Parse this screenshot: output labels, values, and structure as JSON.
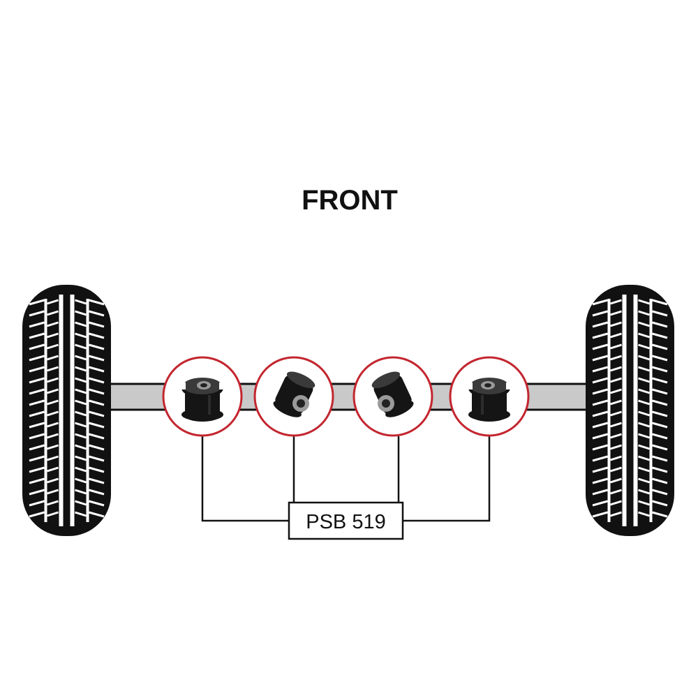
{
  "diagram": {
    "heading": "FRONT",
    "part_label": "PSB 519",
    "colors": {
      "tyre": "#111111",
      "tread_cut": "#ffffff",
      "axle": "#c9c9c9",
      "axle_outline": "#111111",
      "callout_ring": "#c3262f",
      "bush": "#151515",
      "bush_highlight": "#3a3a3a",
      "sleeve": "#9a9a9a",
      "leader": "#111111"
    },
    "wheels": [
      {
        "name": "left-wheel",
        "side": "left"
      },
      {
        "name": "right-wheel",
        "side": "right"
      }
    ],
    "callouts": [
      {
        "name": "bush-callout-outer-left",
        "style": "top-hat",
        "facing": "left"
      },
      {
        "name": "bush-callout-inner-left",
        "style": "sleeve",
        "facing": "left"
      },
      {
        "name": "bush-callout-inner-right",
        "style": "sleeve",
        "facing": "right"
      },
      {
        "name": "bush-callout-outer-right",
        "style": "top-hat",
        "facing": "right"
      }
    ]
  }
}
